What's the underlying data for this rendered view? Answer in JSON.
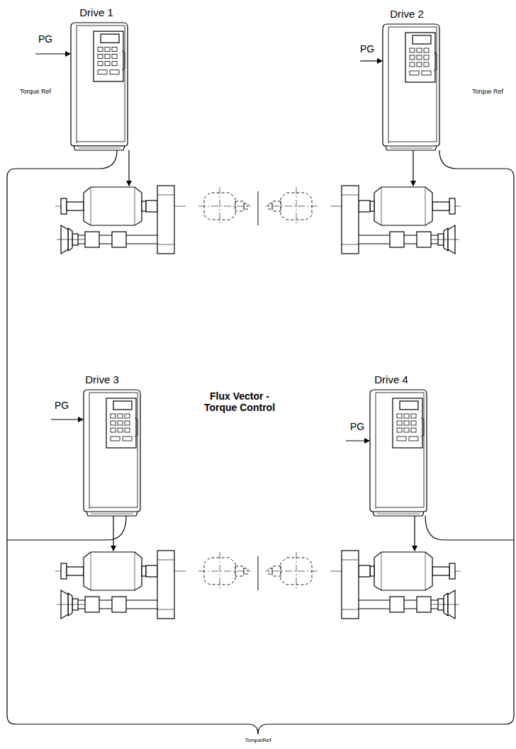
{
  "diagram": {
    "nodes": [
      {
        "text": [
          "Drive 1"
        ]
      },
      {
        "text": [
          "Drive 2"
        ]
      },
      {
        "text": [
          "Drive 3"
        ]
      },
      {
        "text": [
          "Drive 4"
        ]
      }
    ],
    "labels": [
      "PG",
      "PG",
      "PG",
      "PG",
      "Torque Ref",
      "Torque Ref",
      "Flux Vector - Torque Control",
      "TorqueRef"
    ]
  }
}
